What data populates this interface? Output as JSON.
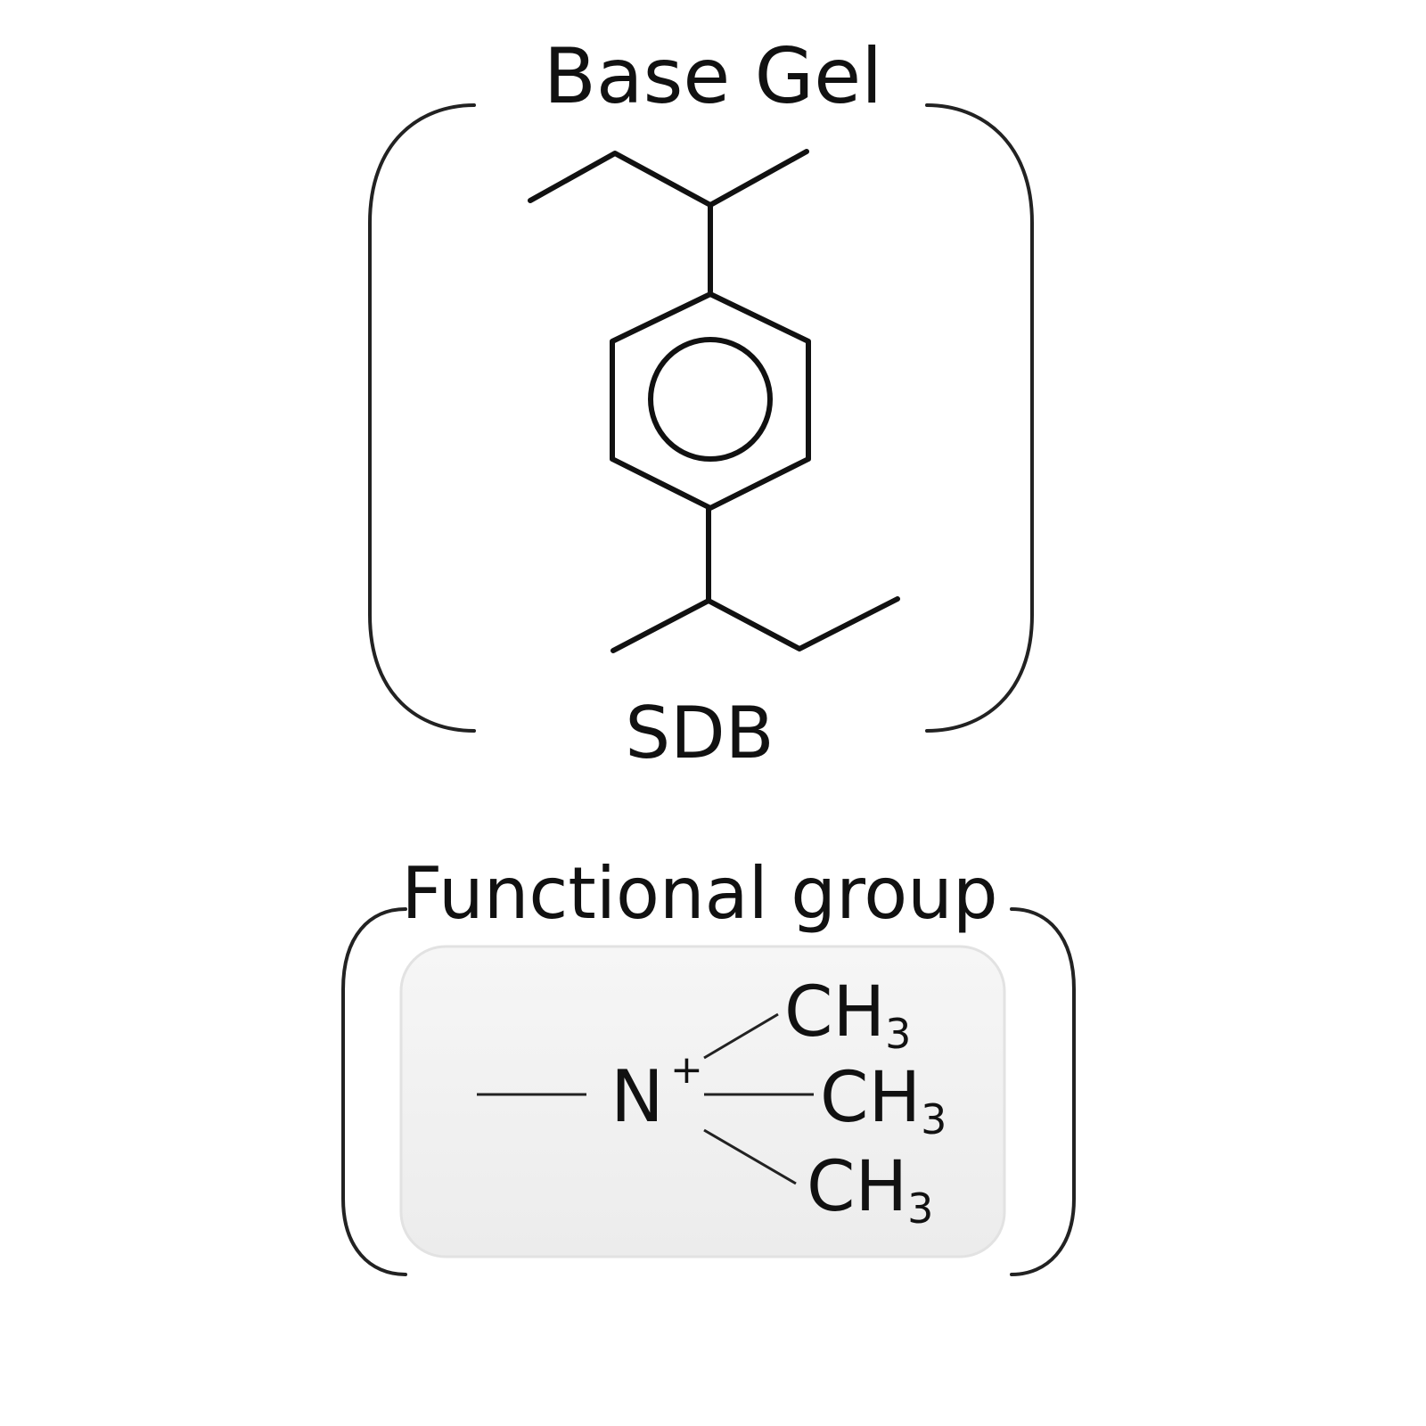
{
  "base_gel": {
    "title": "Base Gel",
    "name": "SDB"
  },
  "functional_group": {
    "title": "Functional group",
    "center_atom": "N",
    "charge": "+",
    "substituents": [
      {
        "group": "CH",
        "subscript": "3"
      },
      {
        "group": "CH",
        "subscript": "3"
      },
      {
        "group": "CH",
        "subscript": "3"
      }
    ]
  }
}
